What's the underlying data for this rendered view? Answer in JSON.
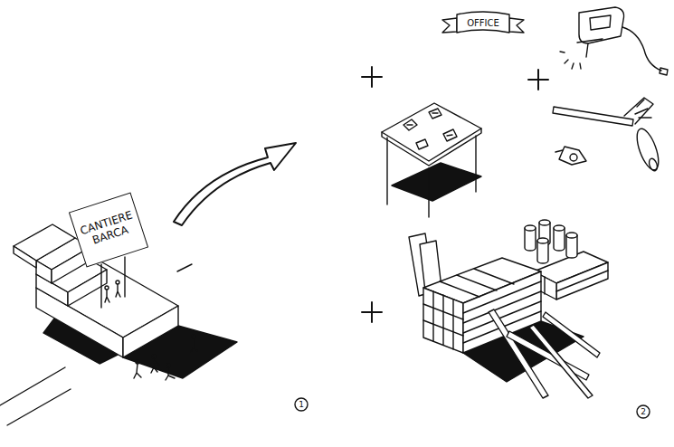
{
  "diagram": {
    "nodes": [
      {
        "text": [
          "CANTIERE BARCA"
        ]
      },
      {
        "text": [
          "OFFICE"
        ]
      }
    ],
    "labels": [
      "1",
      "2"
    ]
  }
}
